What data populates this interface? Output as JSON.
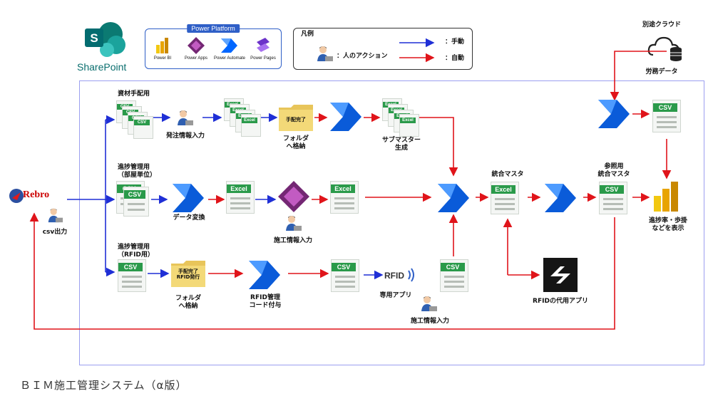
{
  "header": {
    "sharepoint_label": "SharePoint",
    "power_platform": {
      "title": "Power Platform",
      "items": [
        "Power BI",
        "Power Apps",
        "Power Automate",
        "Power Pages"
      ]
    },
    "legend": {
      "title": "凡例",
      "manual": "：手動",
      "auto": "：自動",
      "human_action": "：人のアクション"
    },
    "cloud": {
      "title": "別途クラウド",
      "caption": "労務データ"
    }
  },
  "source": {
    "rebro": "Rebro",
    "csv_output": "csv出力"
  },
  "rows": {
    "materials": {
      "title": "資材手配用",
      "order_input": "発注情報入力",
      "folder_tag": "手配完了",
      "folder_label": "フォルダ\nへ格納",
      "submaster": "サブマスター\n生成"
    },
    "progress": {
      "title": "進捗管理用\n（部屋単位）",
      "convert": "データ変換",
      "construction_input": "施工情報入力"
    },
    "rfid": {
      "title": "進捗管理用\n（RFID用）",
      "folder_tag": "手配完了\nRFID発行",
      "folder_label": "フォルダ\nへ格納",
      "code": "RFID管理\nコード付与",
      "app": "専用アプリ",
      "construction_input": "施工情報入力"
    }
  },
  "center": {
    "integrated_master": "統合マスタ",
    "reference_master": "参照用\n統合マスタ",
    "rfid_alt_app": "RFIDの代用アプリ",
    "output": "進捗率・歩掛\nなどを表示"
  },
  "file_labels": {
    "csv": "CSV",
    "excel": "Excel"
  },
  "footer": "ＢＩＭ施工管理システム（α版）",
  "colors": {
    "manual_arrow": "#1f2fd6",
    "auto_arrow": "#e0141a",
    "frame": "#9b9ff0",
    "sheet_green": "#2a9a4a"
  }
}
